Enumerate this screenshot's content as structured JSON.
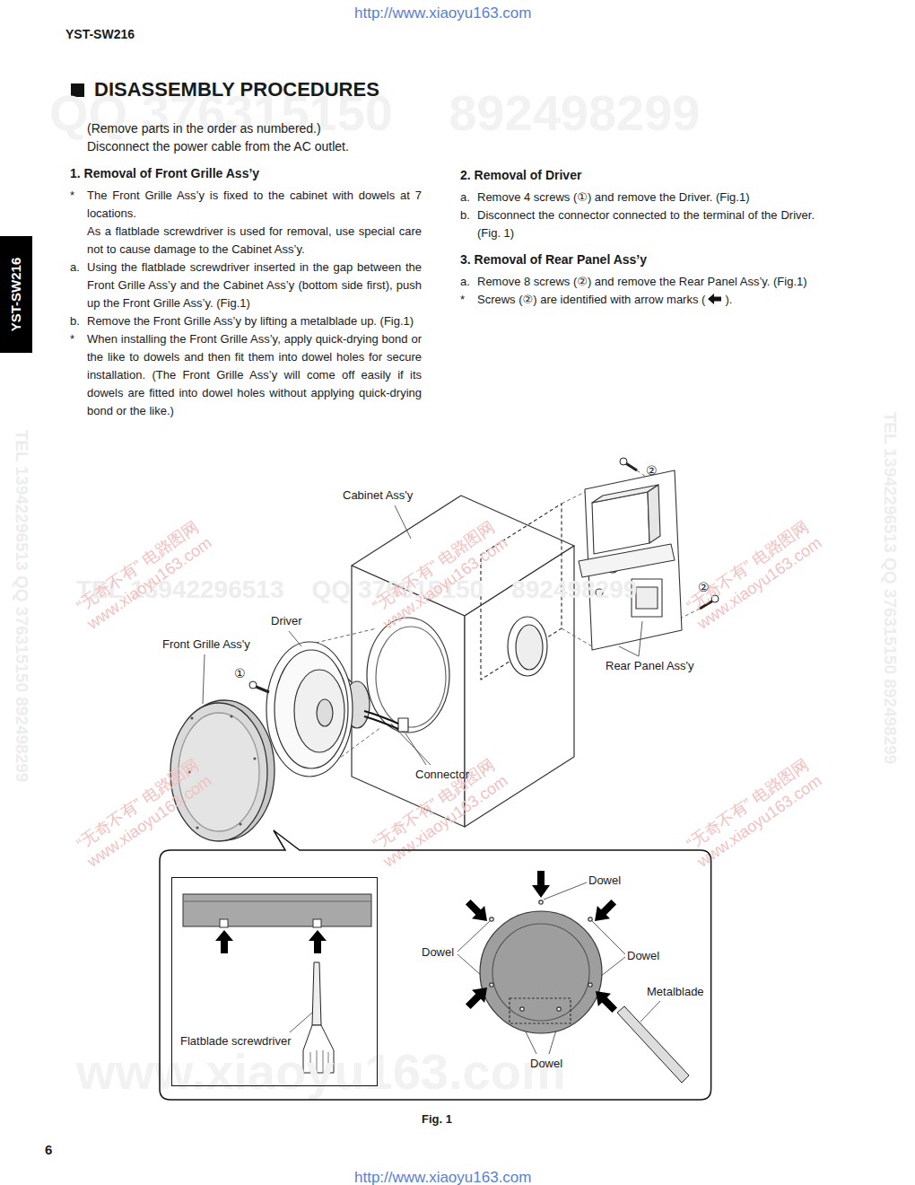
{
  "diagram": {
    "title": "DISASSEMBLY PROCEDURES",
    "caption": "Fig. 1",
    "nodes": [
      {
        "text": [
          "Dowel",
          "Dowel",
          "Dowel",
          "Metalblade",
          "Dowel"
        ]
      },
      {
        "text": [
          "Flatblade screwdriver"
        ],
        "in": 0
      }
    ],
    "labels": [
      "http://www.xiaoyu163.com",
      "YST-SW216",
      "QQ 376315150    892498299",
      "(Remove parts in the order as numbered.)",
      "Disconnect the power cable from the AC outlet.",
      "1. Removal of Front Grille Ass’y",
      "*",
      "The Front Grille Ass’y is fixed to the cabinet with dowels at 7 locations.",
      "As a flatblade screwdriver is used for removal, use special care not to cause damage to the Cabinet Ass’y.",
      "a.",
      "Using the flatblade screwdriver inserted in the gap between the Front Grille Ass’y and the Cabinet Ass’y (bottom side first), push up the Front Grille Ass’y. (Fig.1)",
      "b.",
      "Remove the Front Grille Ass’y by lifting a metalblade up. (Fig.1)",
      "*",
      "When installing the Front Grille Ass’y, apply quick-drying bond or the like to dowels and then fit them into dowel holes for secure installation. (The Front Grille Ass’y will come off easily if its dowels are fitted into dowel holes without applying quick-drying bond or the like.)",
      "2. Removal of Driver",
      "a.",
      "Remove 4 screws (①) and remove the Driver. (Fig.1)",
      "b.",
      "Disconnect the connector connected to the terminal of the Driver. (Fig. 1)",
      "3. Removal of Rear Panel Ass’y",
      "a.",
      "Remove 8 screws (②) and remove the Rear Panel Ass’y. (Fig.1)",
      "*",
      "Screws (②) are identified with arrow marks (",
      ").",
      "Cabinet Ass'y",
      "②",
      "Driver",
      "Front Grille Ass'y",
      "①",
      "②",
      "Rear Panel Ass'y",
      "Connector",
      "6",
      "http://www.xiaoyu163.com",
      "YST-SW216",
      "TEL 13942296513    QQ 376315150    892498299",
      "TEL 13942296513 QQ 376315150 892498299",
      "TEL 13942296513 QQ 376315150 892498299",
      "www.xiaoyu163.com",
      "“无奇不有” 电路图网 www.xiaoyu163.com",
      "“无奇不有” 电路图网 www.xiaoyu163.com",
      "“无奇不有” 电路图网 www.xiaoyu163.com",
      "“无奇不有” 电路图网 www.xiaoyu163.com",
      "“无奇不有” 电路图网 www.xiaoyu163.com",
      "“无奇不有” 电路图网 www.xiaoyu163.com"
    ]
  }
}
